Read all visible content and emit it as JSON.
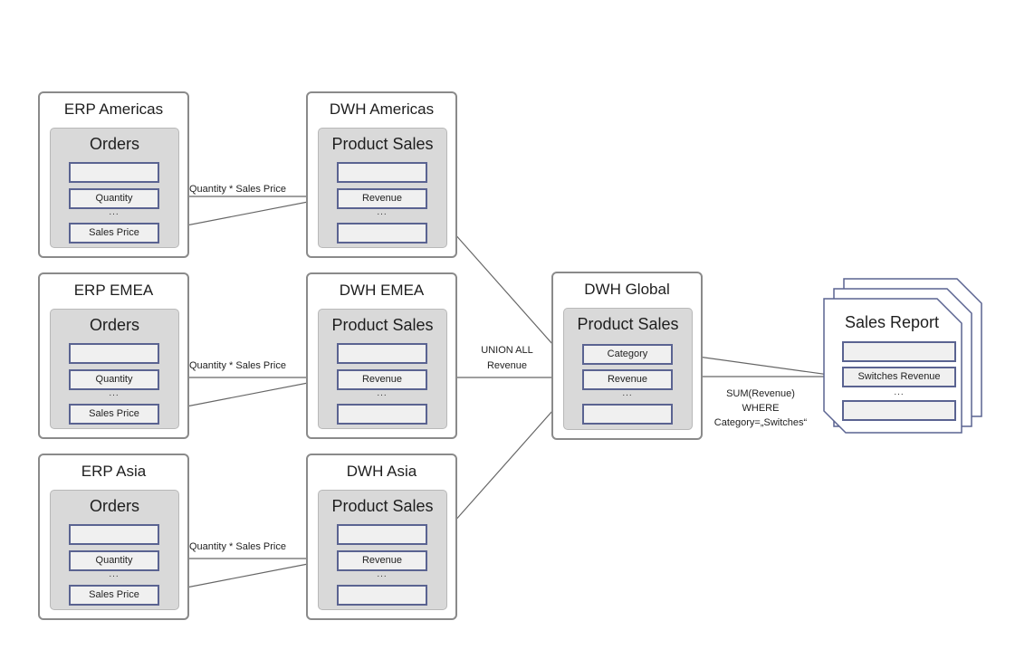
{
  "sources": [
    {
      "system": "ERP Americas",
      "table": "Orders",
      "fields": [
        "",
        "Quantity",
        "Sales Price"
      ],
      "ellipsis": "..."
    },
    {
      "system": "ERP EMEA",
      "table": "Orders",
      "fields": [
        "",
        "Quantity",
        "Sales Price"
      ],
      "ellipsis": "..."
    },
    {
      "system": "ERP Asia",
      "table": "Orders",
      "fields": [
        "",
        "Quantity",
        "Sales Price"
      ],
      "ellipsis": "..."
    }
  ],
  "regional_dwh": [
    {
      "system": "DWH Americas",
      "table": "Product Sales",
      "fields": [
        "",
        "Revenue",
        ""
      ],
      "ellipsis": "..."
    },
    {
      "system": "DWH EMEA",
      "table": "Product Sales",
      "fields": [
        "",
        "Revenue",
        ""
      ],
      "ellipsis": "..."
    },
    {
      "system": "DWH Asia",
      "table": "Product Sales",
      "fields": [
        "",
        "Revenue",
        ""
      ],
      "ellipsis": "..."
    }
  ],
  "global_dwh": {
    "system": "DWH Global",
    "table": "Product Sales",
    "fields": [
      "Category",
      "Revenue",
      ""
    ],
    "ellipsis": "..."
  },
  "report": {
    "title": "Sales Report",
    "fields": [
      "",
      "Switches Revenue",
      ""
    ],
    "ellipsis": "..."
  },
  "edge_labels": {
    "transform": "Quantity * Sales Price",
    "union_line1": "UNION ALL",
    "union_line2": "Revenue",
    "sum_line1": "SUM(Revenue)",
    "sum_line2": "WHERE",
    "sum_line3": "Category=„Switches“"
  },
  "colors": {
    "field_border": "#5a6391",
    "table_fill": "#d9d9d9",
    "field_fill": "#f0f0f0",
    "system_border": "#8a8a8a",
    "line": "#555555"
  }
}
